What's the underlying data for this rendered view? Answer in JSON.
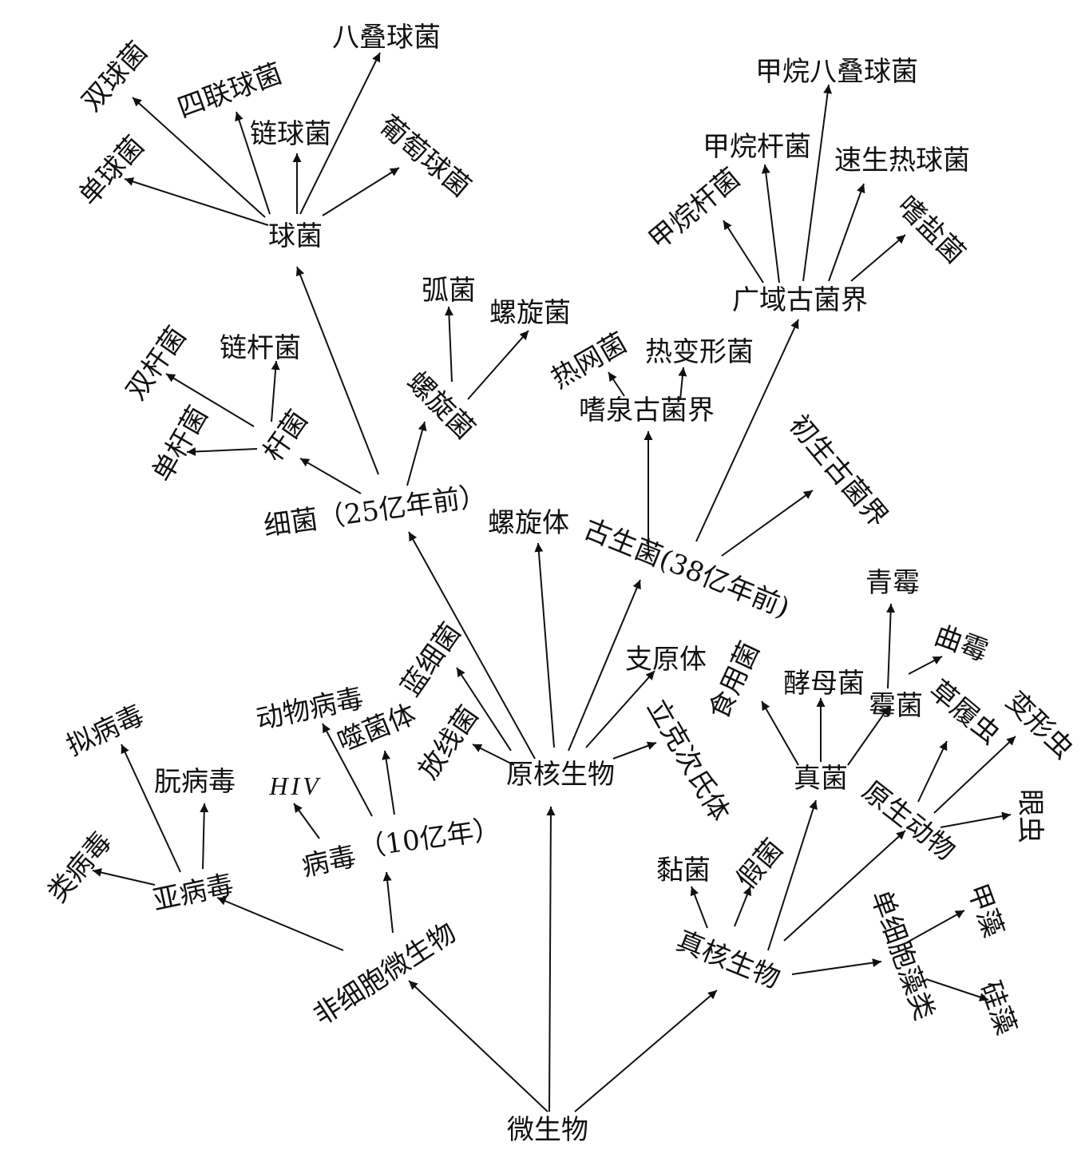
{
  "nodes": [
    {
      "id": "microbe",
      "label": "微生物"
    },
    {
      "id": "acellular",
      "label": "非细胞微生物"
    },
    {
      "id": "prokaryote",
      "label": "原核生物"
    },
    {
      "id": "eukaryote",
      "label": "真核生物"
    },
    {
      "id": "subvirus",
      "label": "亚病毒"
    },
    {
      "id": "viroid",
      "label": "类病毒"
    },
    {
      "id": "virusoid",
      "label": "拟病毒"
    },
    {
      "id": "prion",
      "label": "朊病毒"
    },
    {
      "id": "virus",
      "label": "病毒"
    },
    {
      "id": "virus_age",
      "label": "（10亿年）"
    },
    {
      "id": "hiv",
      "label": "HIV"
    },
    {
      "id": "animal_virus",
      "label": "动物病毒"
    },
    {
      "id": "phage",
      "label": "噬菌体"
    },
    {
      "id": "actinomycete",
      "label": "放线菌"
    },
    {
      "id": "cyanobacteria",
      "label": "蓝细菌"
    },
    {
      "id": "bacteria",
      "label": "细菌（25亿年前）"
    },
    {
      "id": "spirochete",
      "label": "螺旋体"
    },
    {
      "id": "archaea",
      "label": "古生菌(38亿年前)"
    },
    {
      "id": "mycoplasma",
      "label": "支原体"
    },
    {
      "id": "rickettsia",
      "label": "立克次氏体"
    },
    {
      "id": "bacillus",
      "label": "杆菌"
    },
    {
      "id": "single_bacillus",
      "label": "单杆菌"
    },
    {
      "id": "diplobacillus",
      "label": "双杆菌"
    },
    {
      "id": "streptobacillus",
      "label": "链杆菌"
    },
    {
      "id": "coccus",
      "label": "球菌"
    },
    {
      "id": "monococcus",
      "label": "单球菌"
    },
    {
      "id": "diplococcus",
      "label": "双球菌"
    },
    {
      "id": "tetrad",
      "label": "四联球菌"
    },
    {
      "id": "streptococcus",
      "label": "链球菌"
    },
    {
      "id": "sarcina",
      "label": "八叠球菌"
    },
    {
      "id": "staphylococcus",
      "label": "葡萄球菌"
    },
    {
      "id": "spirillum_a",
      "label": "螺旋菌"
    },
    {
      "id": "vibrio",
      "label": "弧菌"
    },
    {
      "id": "spirillum_b",
      "label": "螺旋菌"
    },
    {
      "id": "crenarchaeota",
      "label": "嗜泉古菌界"
    },
    {
      "id": "thermofilum",
      "label": "热网菌"
    },
    {
      "id": "thermoproteus",
      "label": "热变形菌"
    },
    {
      "id": "euryarchaeota",
      "label": "广域古菌界"
    },
    {
      "id": "methanobacterium_a",
      "label": "甲烷杆菌"
    },
    {
      "id": "methanobacterium_b",
      "label": "甲烷杆菌"
    },
    {
      "id": "methanosarcina",
      "label": "甲烷八叠球菌"
    },
    {
      "id": "pyrococcus",
      "label": "速生热球菌"
    },
    {
      "id": "halobacterium",
      "label": "嗜盐菌"
    },
    {
      "id": "korarchaeota",
      "label": "初生古菌界"
    },
    {
      "id": "fungi",
      "label": "真菌"
    },
    {
      "id": "edible_fungi",
      "label": "食用菌"
    },
    {
      "id": "yeast",
      "label": "酵母菌"
    },
    {
      "id": "mold",
      "label": "霉菌"
    },
    {
      "id": "penicillium",
      "label": "青霉"
    },
    {
      "id": "aspergillus",
      "label": "曲霉"
    },
    {
      "id": "protozoa",
      "label": "原生动物"
    },
    {
      "id": "paramecium",
      "label": "草履虫"
    },
    {
      "id": "amoeba",
      "label": "变形虫"
    },
    {
      "id": "euglena",
      "label": "眼虫"
    },
    {
      "id": "slime_mold",
      "label": "黏菌"
    },
    {
      "id": "pseudofungi",
      "label": "假菌"
    },
    {
      "id": "unicellular_algae",
      "label": "单细胞藻类"
    },
    {
      "id": "dinoflagellate",
      "label": "甲藻"
    },
    {
      "id": "diatom",
      "label": "硅藻"
    }
  ]
}
